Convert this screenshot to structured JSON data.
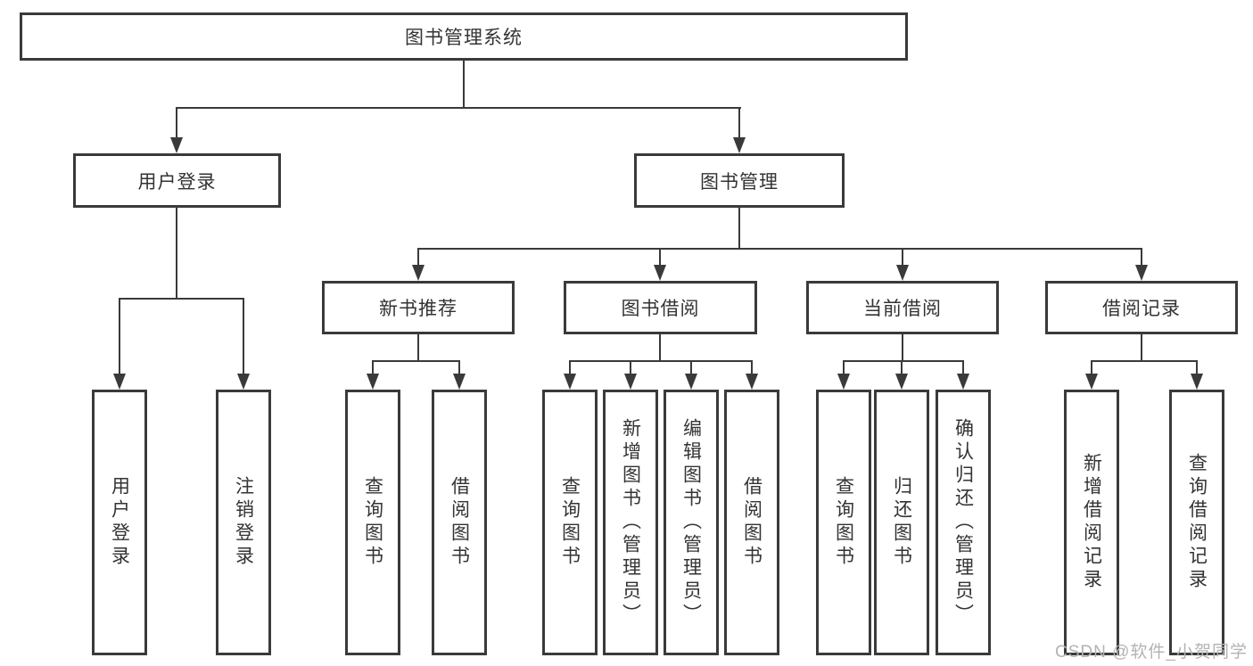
{
  "diagram": {
    "root": {
      "label": "图书管理系统"
    },
    "user_login": {
      "label": "用户登录",
      "children": [
        "用户登录",
        "注销登录"
      ]
    },
    "book_mgmt": {
      "label": "图书管理",
      "modules": [
        {
          "label": "新书推荐",
          "children": [
            "查询图书",
            "借阅图书"
          ]
        },
        {
          "label": "图书借阅",
          "children": [
            "查询图书",
            "新增图书（管理员）",
            "编辑图书（管理员）",
            "借阅图书"
          ]
        },
        {
          "label": "当前借阅",
          "children": [
            "查询图书",
            "归还图书",
            "确认归还（管理员）"
          ]
        },
        {
          "label": "借阅记录",
          "children": [
            "新增借阅记录",
            "查询借阅记录"
          ]
        }
      ]
    }
  },
  "watermark": {
    "text": "CSDN @软件_小贺同学"
  },
  "colors": {
    "line": "#3a3a3a",
    "text": "#333333",
    "background": "#ffffff",
    "watermark": "#b3b3b3"
  }
}
